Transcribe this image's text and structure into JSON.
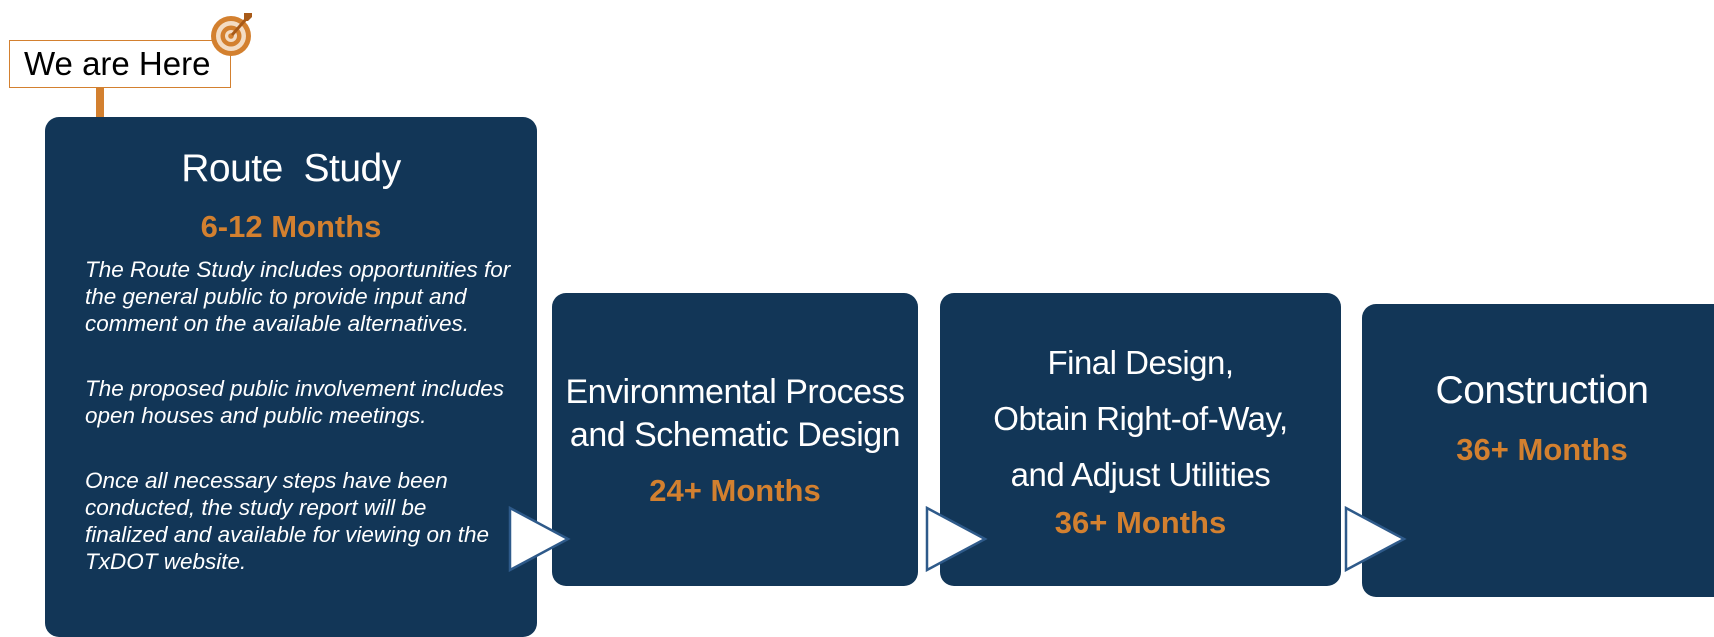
{
  "marker": {
    "label": "We are Here",
    "icon": "target-icon",
    "color": "#d3802f"
  },
  "phases": [
    {
      "title": "Route  Study",
      "duration": "6-12 Months",
      "description": [
        "The Route Study includes opportunities for the general public to provide input and comment on the available alternatives.",
        "The proposed public involvement includes open houses and public meetings.",
        "Once all necessary steps have been conducted, the study report will be finalized and available for viewing on the TxDOT website."
      ]
    },
    {
      "title_lines": [
        "Environmental Process",
        "and Schematic Design"
      ],
      "duration": "24+ Months"
    },
    {
      "title_lines": [
        "Final Design,",
        "Obtain Right-of-Way,",
        "and Adjust Utilities"
      ],
      "duration": "36+ Months"
    },
    {
      "title": "Construction",
      "duration": "36+ Months"
    }
  ],
  "colors": {
    "box": "#123657",
    "accent": "#d3802f",
    "chevron_fill": "#ffffff",
    "chevron_stroke": "#2e5a8a"
  }
}
